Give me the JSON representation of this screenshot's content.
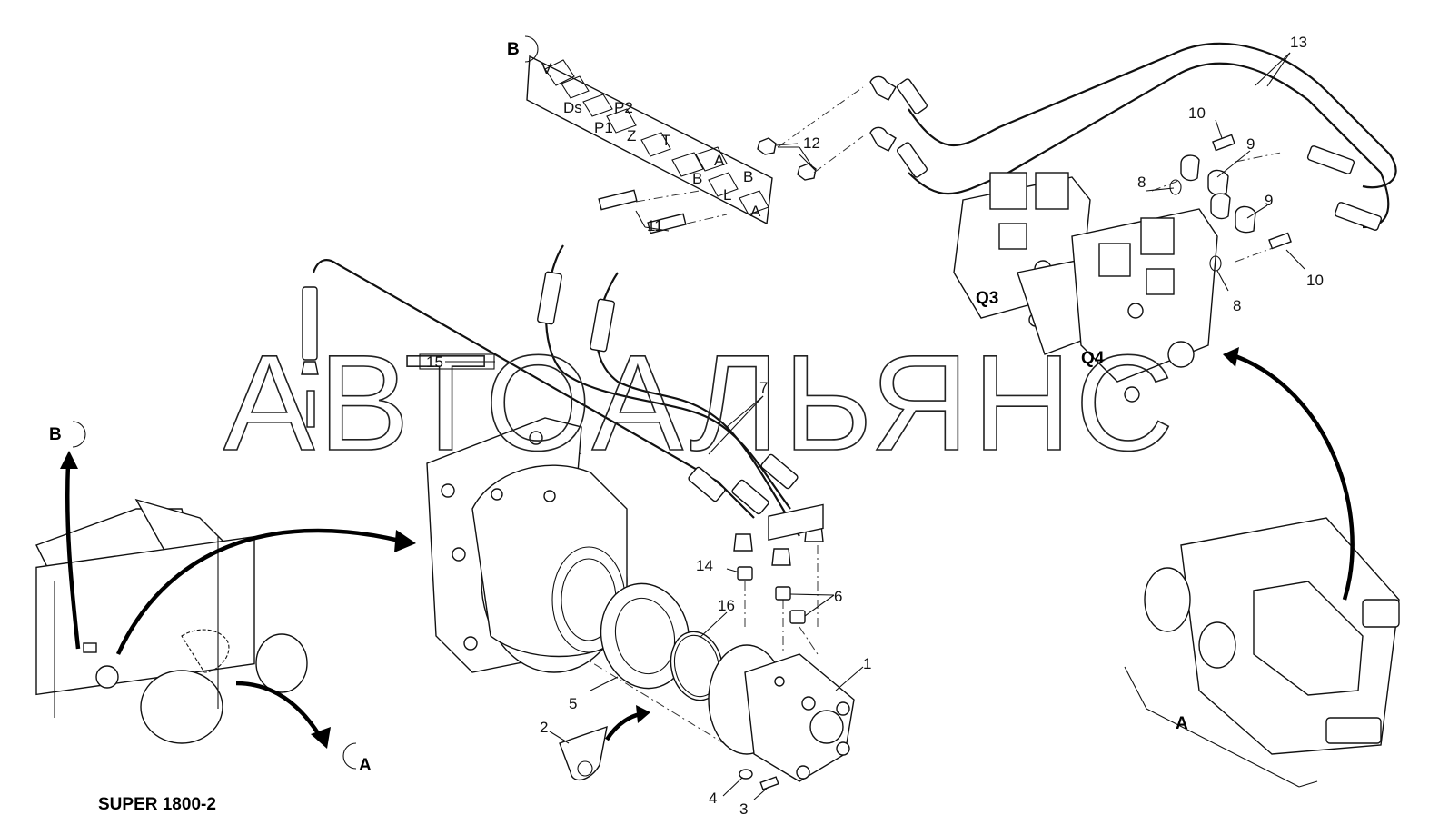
{
  "watermark": "АВТОАЛЬЯНС",
  "model_label": "SUPER 1800-2",
  "view_labels": {
    "B_top": "B",
    "B_left": "B",
    "A_left": "A",
    "A_right": "A"
  },
  "module_labels": {
    "q3": "Q3",
    "q4": "Q4"
  },
  "callouts": [
    "1",
    "2",
    "3",
    "4",
    "5",
    "6",
    "7",
    "8",
    "8",
    "9",
    "9",
    "10",
    "10",
    "11",
    "12",
    "13",
    "14",
    "15",
    "16"
  ],
  "plate_markings": [
    "V",
    "P2",
    "Ds",
    "P1",
    "Z",
    "T",
    "A",
    "B",
    "B",
    "L",
    "A"
  ]
}
